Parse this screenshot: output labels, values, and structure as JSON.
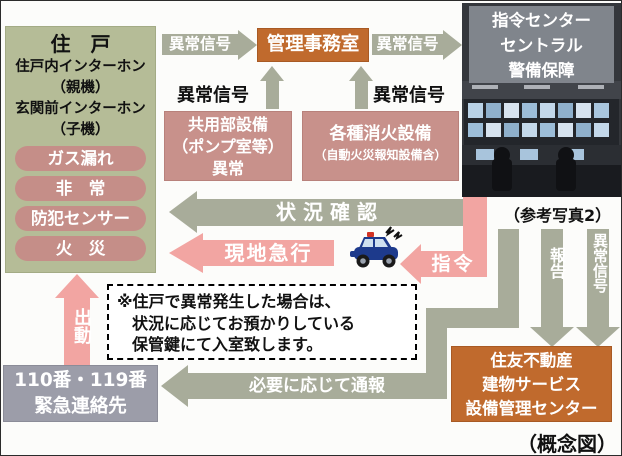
{
  "residence": {
    "title": "住　戸",
    "lines": [
      "住戸内インターホン",
      "（親機）",
      "玄関前インターホン",
      "（子機）"
    ],
    "alarms": [
      "ガス漏れ",
      "非　常",
      "防犯センサー",
      "火　災"
    ]
  },
  "flow_top": {
    "signal_to_office": "異常信号",
    "management_office": "管理事務室",
    "signal_to_center": "異常信号",
    "signal_up_left_label": "異常信号",
    "signal_up_right_label": "異常信号"
  },
  "common_equipment": {
    "lines": [
      "共用部設備",
      "（ポンプ室等）",
      "異常"
    ]
  },
  "fire_equipment": {
    "lines": [
      "各種消火設備",
      "（自動火災報知設備含）"
    ]
  },
  "command_center": {
    "overlay_lines": [
      "指令センター",
      "セントラル",
      "警備保障"
    ],
    "photo_caption": "（参考写真2）"
  },
  "arrows": {
    "status_check": "状況確認",
    "rush_to_site": "現地急行",
    "command": "指令",
    "report": "報告",
    "abnormal_signal_down": "異常信号",
    "notify_as_needed": "必要に応じて通報",
    "dispatch": "出動"
  },
  "note": {
    "lines": [
      "※住戸で異常発生した場合は、",
      "状況に応じてお預かりしている",
      "保管鍵にて入室致します。"
    ]
  },
  "sumitomo": {
    "lines": [
      "住友不動産",
      "建物サービス",
      "設備管理センター"
    ]
  },
  "emergency": {
    "lines": [
      "110番・119番",
      "緊急連絡先"
    ]
  },
  "footer_caption": "（概念図）",
  "colors": {
    "residence_green": "#b5bc97",
    "rose": "#c8918b",
    "orange": "#c06a2d",
    "sage_arrow": "#a8ac9a",
    "pink_arrow": "#f2a5a2",
    "emergency_gray": "#9c9da9",
    "photo_overlay": "#858992",
    "car_navy": "#1d3a8c"
  }
}
